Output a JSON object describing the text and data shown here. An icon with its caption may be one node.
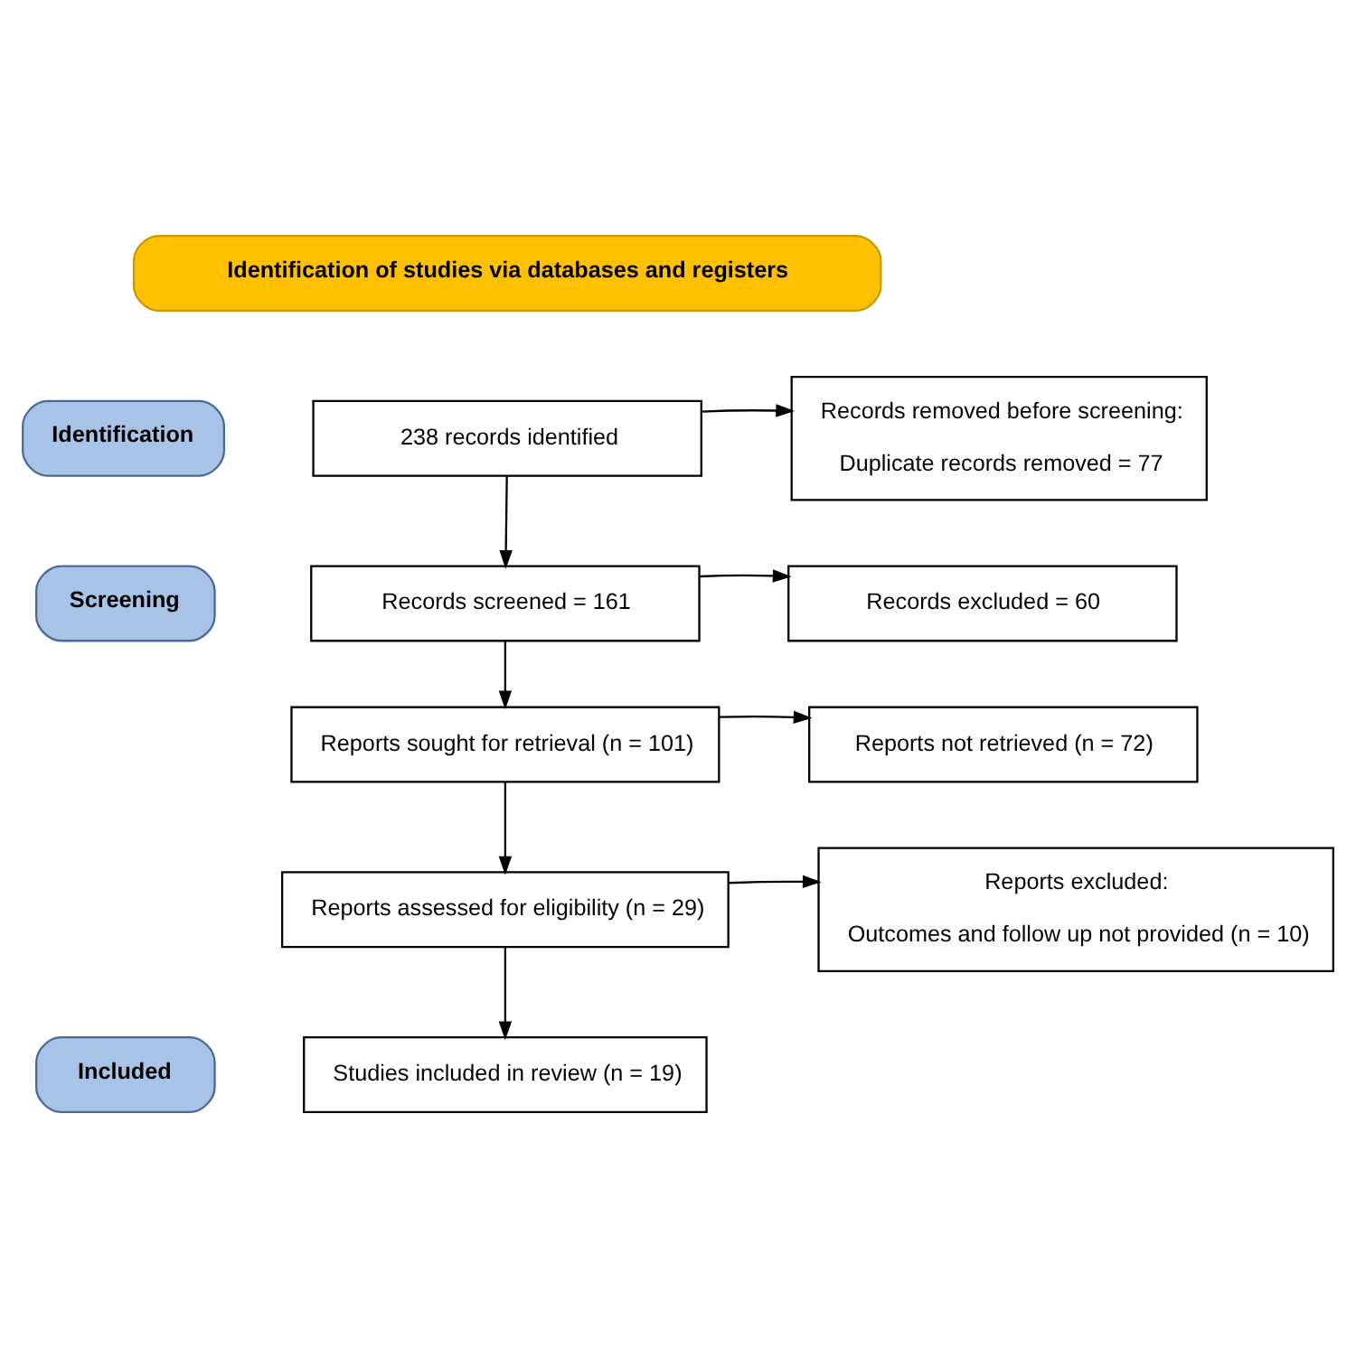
{
  "diagram": {
    "nodes": [
      {
        "text": [
          "Identification of studies via databases and registers"
        ]
      },
      {
        "text": [
          "Identification"
        ]
      },
      {
        "text": [
          "238 records identified"
        ]
      },
      {
        "text": [
          "Records removed before screening:",
          "Duplicate records removed = 77"
        ]
      },
      {
        "text": [
          "Screening"
        ]
      },
      {
        "text": [
          "Records screened = 161"
        ]
      },
      {
        "text": [
          "Records excluded = 60"
        ]
      },
      {
        "text": [
          "Reports sought for retrieval (n = 101)"
        ]
      },
      {
        "text": [
          "Reports not retrieved (n = 72)"
        ]
      },
      {
        "text": [
          "Reports assessed for eligibility (n = 29)"
        ]
      },
      {
        "text": [
          "Reports excluded:",
          "Outcomes and follow up not provided (n = 10)"
        ]
      },
      {
        "text": [
          "Included"
        ]
      },
      {
        "text": [
          "Studies included in review (n = 19)"
        ]
      }
    ],
    "edges": [
      {
        "from": 2,
        "to": 3,
        "arrow": "to"
      },
      {
        "from": 2,
        "to": 5,
        "arrow": "to"
      },
      {
        "from": 5,
        "to": 6,
        "arrow": "to"
      },
      {
        "from": 5,
        "to": 7,
        "arrow": "to"
      },
      {
        "from": 7,
        "to": 8,
        "arrow": "to"
      },
      {
        "from": 7,
        "to": 9,
        "arrow": "to"
      },
      {
        "from": 9,
        "to": 10,
        "arrow": "to"
      },
      {
        "from": 9,
        "to": 12,
        "arrow": "to"
      }
    ]
  }
}
